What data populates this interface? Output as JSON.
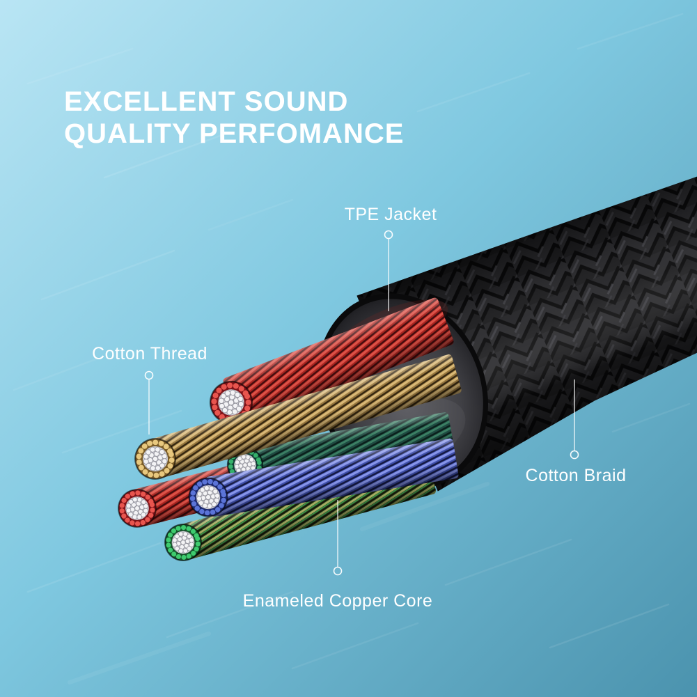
{
  "image": {
    "title": {
      "line1": "EXCELLENT SOUND",
      "line2": "QUALITY PERFOMANCE"
    },
    "labels": {
      "tpe_jacket": "TPE Jacket",
      "cotton_thread": "Cotton Thread",
      "cotton_braid": "Cotton Braid",
      "enameled_copper_core": "Enameled Copper Core"
    },
    "colors": {
      "bg_top_left": "#b9e5f4",
      "bg_middle": "#7fc8e0",
      "bg_bottom_right": "#4b93ae",
      "text": "#ffffff",
      "braid_black": "#0a0a0b",
      "tpe_jacket_gray": "#404045",
      "wire_red": "#a82420",
      "wire_gold": "#c9a96b",
      "wire_blue": "#4a5cc0",
      "wire_green": "#2fae5e",
      "wire_teal": "#2e7a66",
      "copper_core_silver": "#e8e8ec"
    }
  }
}
